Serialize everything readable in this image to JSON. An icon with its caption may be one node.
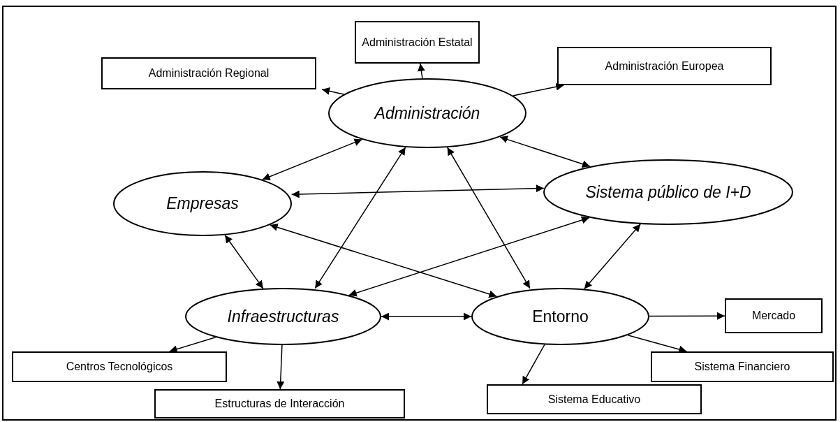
{
  "diagram": {
    "nodes": [
      {
        "text": [
          "Administración"
        ]
      },
      {
        "text": [
          "Administración Regional"
        ]
      },
      {
        "text": [
          "Administración Estatal"
        ]
      },
      {
        "text": [
          "Administración Europea"
        ]
      },
      {
        "text": [
          "Empresas"
        ]
      },
      {
        "text": [
          "Sistema público de I+D"
        ]
      },
      {
        "text": [
          "Infraestructuras"
        ]
      },
      {
        "text": [
          "Entorno"
        ]
      },
      {
        "text": [
          "Centros Tecnológicos"
        ]
      },
      {
        "text": [
          "Estructuras de Interacción"
        ]
      },
      {
        "text": [
          "Sistema Educativo"
        ]
      },
      {
        "text": [
          "Mercado"
        ]
      },
      {
        "text": [
          "Sistema Financiero"
        ]
      }
    ],
    "edges": [
      {
        "from": 0,
        "to": 1,
        "arrow": "to"
      },
      {
        "from": 0,
        "to": 2,
        "arrow": "to"
      },
      {
        "from": 0,
        "to": 3,
        "arrow": "to"
      },
      {
        "from": 0,
        "to": 4,
        "arrow": "both"
      },
      {
        "from": 0,
        "to": 5,
        "arrow": "both"
      },
      {
        "from": 0,
        "to": 6,
        "arrow": "both"
      },
      {
        "from": 0,
        "to": 7,
        "arrow": "both"
      },
      {
        "from": 4,
        "to": 5,
        "arrow": "both"
      },
      {
        "from": 4,
        "to": 6,
        "arrow": "both"
      },
      {
        "from": 4,
        "to": 7,
        "arrow": "both"
      },
      {
        "from": 5,
        "to": 6,
        "arrow": "both"
      },
      {
        "from": 5,
        "to": 7,
        "arrow": "both"
      },
      {
        "from": 6,
        "to": 7,
        "arrow": "both"
      },
      {
        "from": 6,
        "to": 8,
        "arrow": "to"
      },
      {
        "from": 6,
        "to": 9,
        "arrow": "to"
      },
      {
        "from": 7,
        "to": 10,
        "arrow": "to"
      },
      {
        "from": 7,
        "to": 11,
        "arrow": "to"
      },
      {
        "from": 7,
        "to": 12,
        "arrow": "to"
      }
    ]
  }
}
